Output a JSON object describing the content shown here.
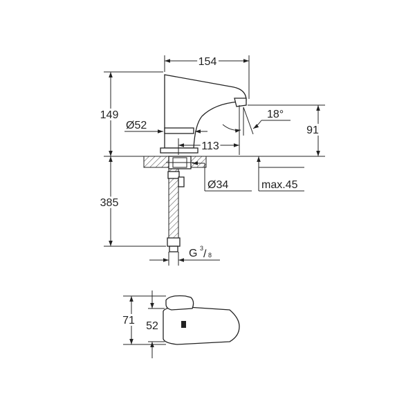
{
  "dimensions": {
    "width_154": "154",
    "height_149": "149",
    "diameter_52": "Ø52",
    "reach_113": "113",
    "angle_18": "18°",
    "spout_height_91": "91",
    "diameter_34": "Ø34",
    "max_45": "max.45",
    "hose_385": "385",
    "thread_g": "G",
    "thread_num": "3",
    "thread_den": "8",
    "top_view_71": "71",
    "top_view_52": "52"
  },
  "colors": {
    "line": "#222222",
    "background": "#ffffff"
  }
}
